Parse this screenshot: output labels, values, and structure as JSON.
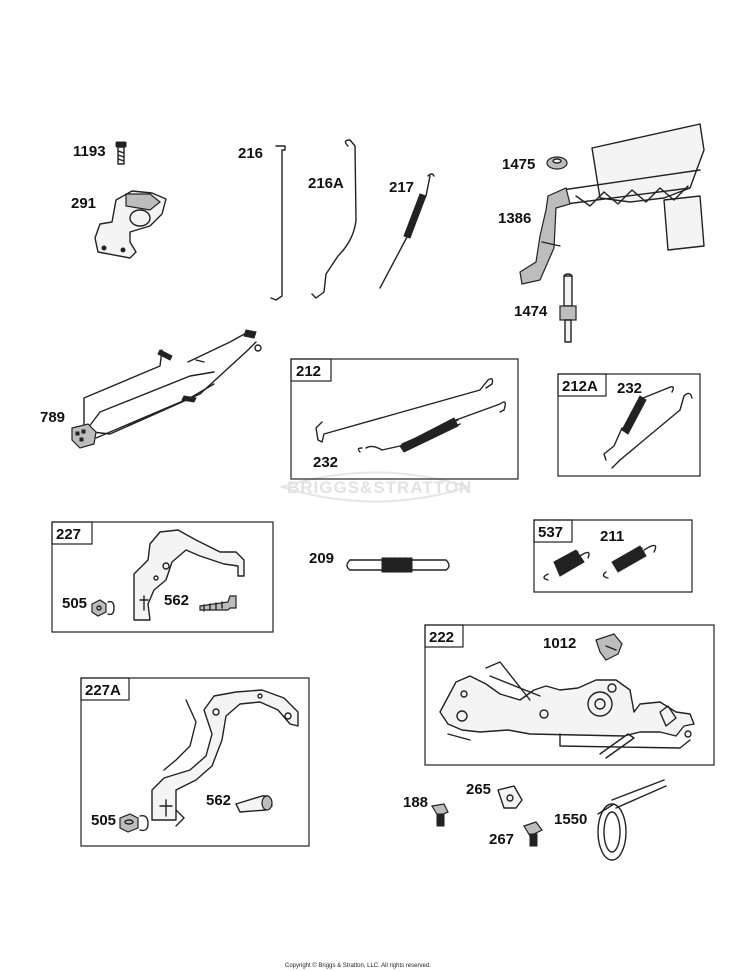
{
  "watermark": "BRIGGS&STRATTON",
  "copyright": "Copyright © Briggs & Stratton, LLC. All rights reserved.",
  "parts": {
    "p1193": "1193",
    "p291": "291",
    "p216": "216",
    "p216A": "216A",
    "p217": "217",
    "p1475": "1475",
    "p1386": "1386",
    "p1474": "1474",
    "p789": "789",
    "p232a": "232",
    "p232b": "232",
    "p209": "209",
    "p537item": "211",
    "p505a": "505",
    "p562a": "562",
    "p1012": "1012",
    "p505b": "505",
    "p562b": "562",
    "p188": "188",
    "p265": "265",
    "p267": "267",
    "p1550": "1550"
  },
  "boxes": {
    "b212": "212",
    "b212A": "212A",
    "b227": "227",
    "b537": "537",
    "b222": "222",
    "b227A": "227A"
  }
}
